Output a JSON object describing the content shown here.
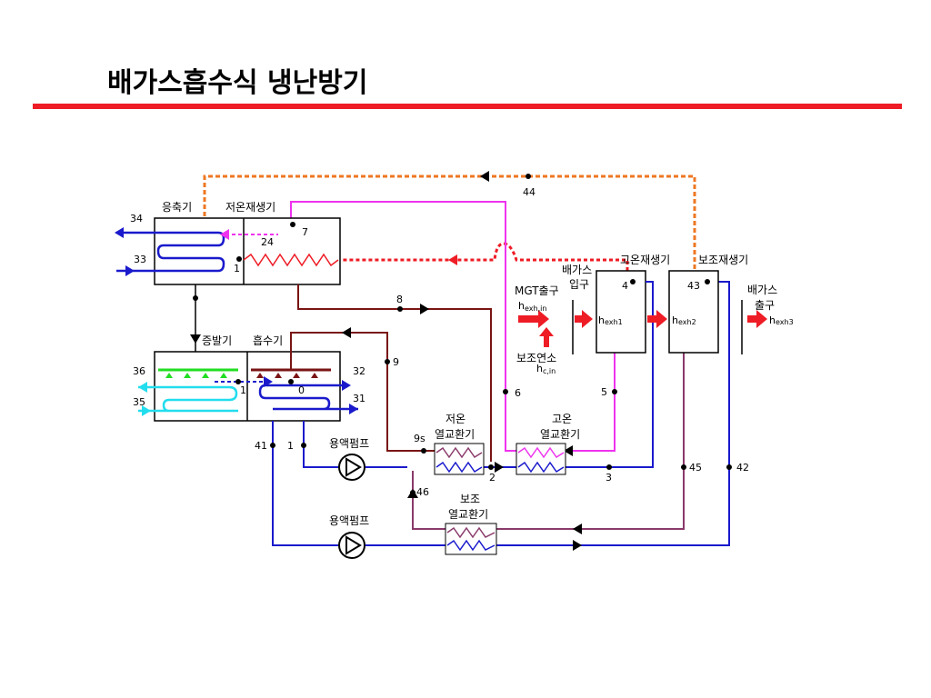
{
  "title": "배가스흡수식 냉난방기",
  "components": {
    "condenser": "응축기",
    "low_temp_generator": "저온재생기",
    "evaporator": "증발기",
    "absorber": "흡수기",
    "high_temp_generator": "고온재생기",
    "aux_generator": "보조재생기",
    "low_temp_hx_1": "저온",
    "low_temp_hx_2": "열교환기",
    "high_temp_hx_1": "고온",
    "high_temp_hx_2": "열교환기",
    "aux_hx_1": "보조",
    "aux_hx_2": "열교환기",
    "pump_1": "용액펌프",
    "pump_2": "용액펌프",
    "exhaust_inlet_1": "배가스",
    "exhaust_inlet_2": "입구",
    "exhaust_outlet_1": "배가스",
    "exhaust_outlet_2": "출구",
    "mgt_outlet": "MGT출구",
    "aux_combustion": "보조연소"
  },
  "enthalpy": {
    "exh_in": "h",
    "exh_in_sub": "exh,in",
    "c_in": "h",
    "c_in_sub": "c,in",
    "exh1": "h",
    "exh1_sub": "exh1",
    "exh2": "h",
    "exh2_sub": "exh2",
    "exh3": "h",
    "exh3_sub": "exh3"
  },
  "points": {
    "p44": "44",
    "p34": "34",
    "p33": "33",
    "p7": "7",
    "p24": "24",
    "p1a": "1",
    "p8": "8",
    "p9": "9",
    "p4": "4",
    "p43": "43",
    "p36": "36",
    "p35": "35",
    "p1b": "1",
    "p0": "0",
    "p32": "32",
    "p31": "31",
    "p6": "6",
    "p5": "5",
    "p41": "41",
    "p1c": "1",
    "p9s": "9s",
    "p2": "2",
    "p3": "3",
    "p45": "45",
    "p42": "42",
    "p46": "46"
  },
  "colors": {
    "accent_rule": "#ee1c25",
    "cooling_water": "#1a1acc",
    "chilled_water": "#22ddee",
    "refrigerant_vapor": "#ee33ee",
    "strong_solution": "#7a1414",
    "exhaust_gas": "#ee1c25",
    "condensate_line": "#ee7722",
    "dilute_solution": "#1a1acc",
    "mid_solution": "#8a3a6a"
  }
}
